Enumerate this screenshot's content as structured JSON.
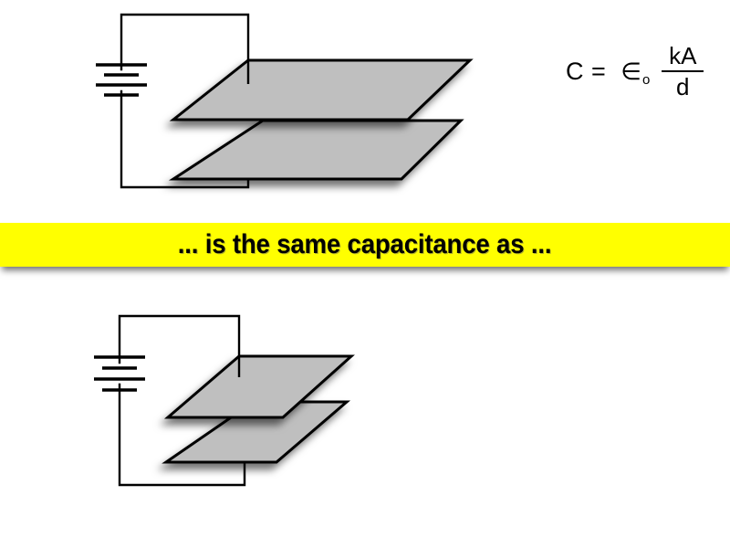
{
  "slide": {
    "background_color": "#ffffff",
    "title_text": "... is the same capacitance as ...",
    "topic": "Parallel plate capacitor equivalence"
  },
  "formula": {
    "lhs": "C =",
    "epsilon": "∈",
    "epsilon_subscript": "o",
    "numerator": "kA",
    "denominator": "d",
    "full": "C = ∈o kA/d",
    "color": "#000000"
  },
  "banner": {
    "text": "... is the same capacitance as ...",
    "background_color": "#ffff00",
    "text_color": "#000000",
    "shadow_color": "#555555"
  },
  "diagrams": [
    {
      "id": "top-capacitor",
      "label": "large-area wide-gap capacitor",
      "plate_fill": "#bfbfbf",
      "plate_stroke": "#000000",
      "wire_color": "#000000",
      "battery": {
        "name": "battery-symbol",
        "plates": 4,
        "long_bar_width": 56,
        "short_bar_width": 38
      }
    },
    {
      "id": "bottom-capacitor",
      "label": "small-area narrow-gap capacitor",
      "plate_fill": "#bfbfbf",
      "plate_stroke": "#000000",
      "wire_color": "#000000",
      "battery": {
        "name": "battery-symbol",
        "plates": 4,
        "long_bar_width": 56,
        "short_bar_width": 38
      }
    }
  ]
}
